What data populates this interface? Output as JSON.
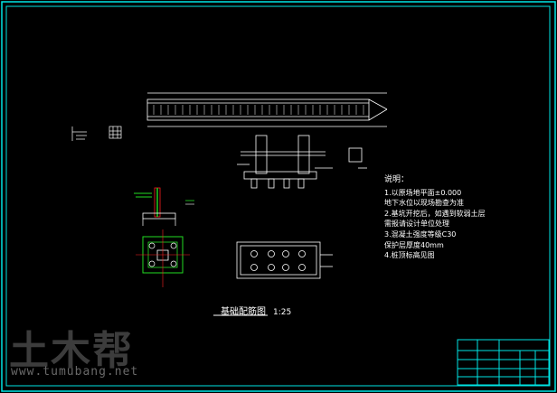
{
  "drawing": {
    "title": "基础配筋图",
    "scale": "1:25"
  },
  "notes": {
    "heading": "说明：",
    "items": [
      "1.以原场地平面±0.000",
      "  地下水位以现场勘查为准",
      "2.基坑开挖后，如遇到软弱土层",
      "  需报请设计单位处理",
      "3.混凝土强度等级C30",
      "  保护层厚度40mm",
      "4.桩顶标高见图"
    ]
  },
  "watermark": {
    "brand": "土木帮",
    "url": "www.tumubang.net"
  },
  "colors": {
    "background": "#000000",
    "frame": "#00e5e5",
    "lines": "#ffffff",
    "rebar": "#22dd22",
    "accent_red": "#ff2020"
  }
}
